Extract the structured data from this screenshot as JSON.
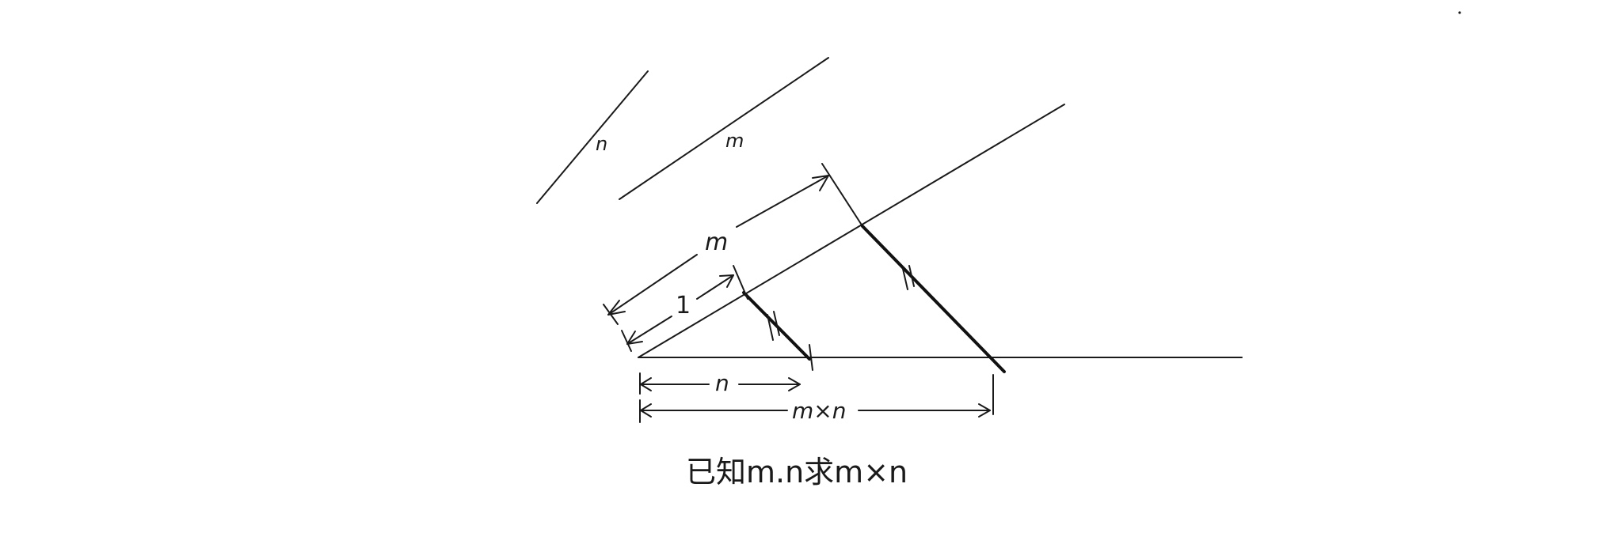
{
  "labels": {
    "segment_n": "n",
    "segment_m": "m",
    "dim_m": "m",
    "dim_one": "1",
    "dim_n": "n",
    "dim_mxn": "m×n",
    "tick_small": "//",
    "tick_large": "//",
    "caption": "已知m.n求m×n"
  },
  "colors": {
    "ink": "#1a1a1a",
    "background": "#ffffff"
  }
}
